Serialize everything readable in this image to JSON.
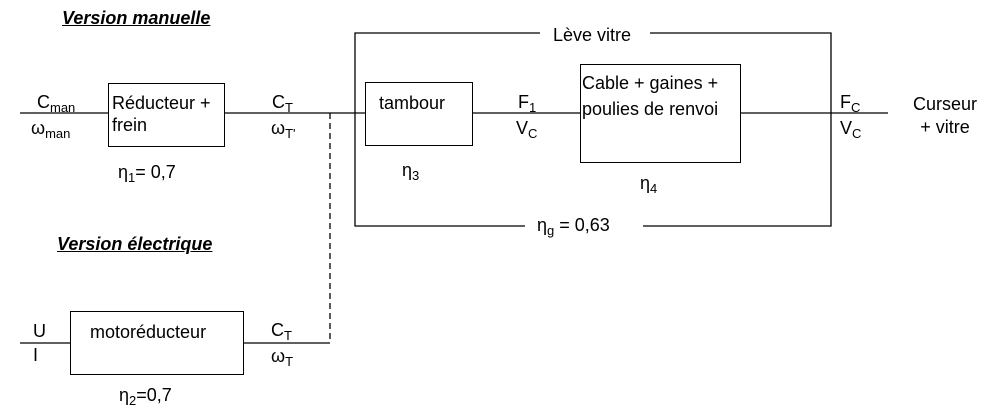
{
  "titles": {
    "manual": "Version manuelle",
    "electric": "Version électrique"
  },
  "group_title": "Lève vitre",
  "blocks": {
    "reducteur": {
      "line1": "Réducteur +",
      "line2": "frein"
    },
    "moto": {
      "label": "motoréducteur"
    },
    "tambour": {
      "label": "tambour"
    },
    "cable": {
      "line1": "Cable + gaines +",
      "line2": "poulies de renvoi"
    }
  },
  "signals": {
    "c_man": {
      "main": "C",
      "sub": "man"
    },
    "w_man": {
      "main": "ω",
      "sub": "man"
    },
    "c_t1": {
      "main": "C",
      "sub": "T"
    },
    "w_t1": {
      "main": "ω",
      "sub": "T'"
    },
    "u": "U",
    "i": "I",
    "c_t2": {
      "main": "C",
      "sub": "T"
    },
    "w_t2": {
      "main": "ω",
      "sub": "T"
    },
    "f1": {
      "main": "F",
      "sub": "1"
    },
    "v_c1": {
      "main": "V",
      "sub": "C"
    },
    "f_c": {
      "main": "F",
      "sub": "C"
    },
    "v_c2": {
      "main": "V",
      "sub": "C"
    },
    "output_line1": "Curseur",
    "output_line2": "+ vitre"
  },
  "efficiencies": {
    "eta1": {
      "main": "η",
      "sub": "1",
      "value": "= 0,7"
    },
    "eta2": {
      "main": "η",
      "sub": "2",
      "value": "=0,7"
    },
    "eta3": {
      "main": "η",
      "sub": "3"
    },
    "eta4": {
      "main": "η",
      "sub": "4"
    },
    "eta_g": {
      "main": "η",
      "sub": "g",
      "value": " = 0,63"
    }
  }
}
